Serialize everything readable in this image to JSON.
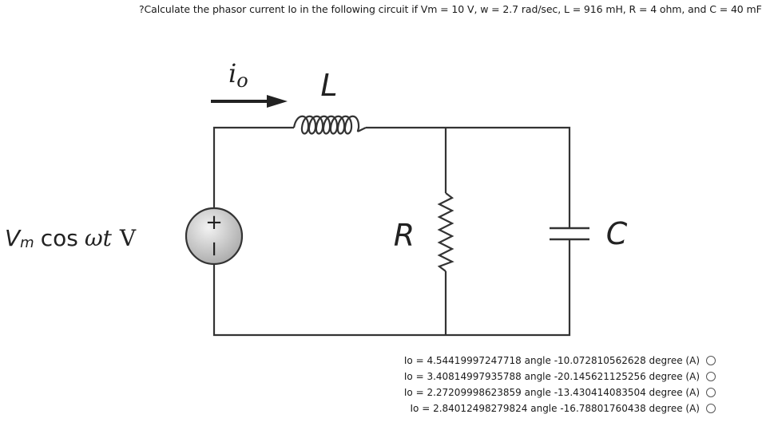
{
  "question": {
    "text": "?Calculate the phasor current Io in the following circuit if Vm = 10 V, w = 2.7 rad/sec, L = 916 mH, R = 4 ohm, and C = 40 mF"
  },
  "circuit": {
    "current_label": "i",
    "current_subscript": "o",
    "inductor_label": "L",
    "resistor_label": "R",
    "capacitor_label": "C",
    "source_plus": "+",
    "source_minus": "−",
    "source_V": "V",
    "source_m": "m",
    "source_cos": "cos",
    "source_omega_t": "ωt",
    "source_unit": "V"
  },
  "options": [
    {
      "text": "Io = 4.54419997247718 angle -10.072810562628 degree (A)"
    },
    {
      "text": "Io = 3.40814997935788 angle -20.145621125256 degree (A)"
    },
    {
      "text": "Io = 2.27209998623859 angle -13.430414083504 degree (A)"
    },
    {
      "text": "Io = 2.84012498279824 angle -16.78801760438 degree (A)"
    }
  ]
}
